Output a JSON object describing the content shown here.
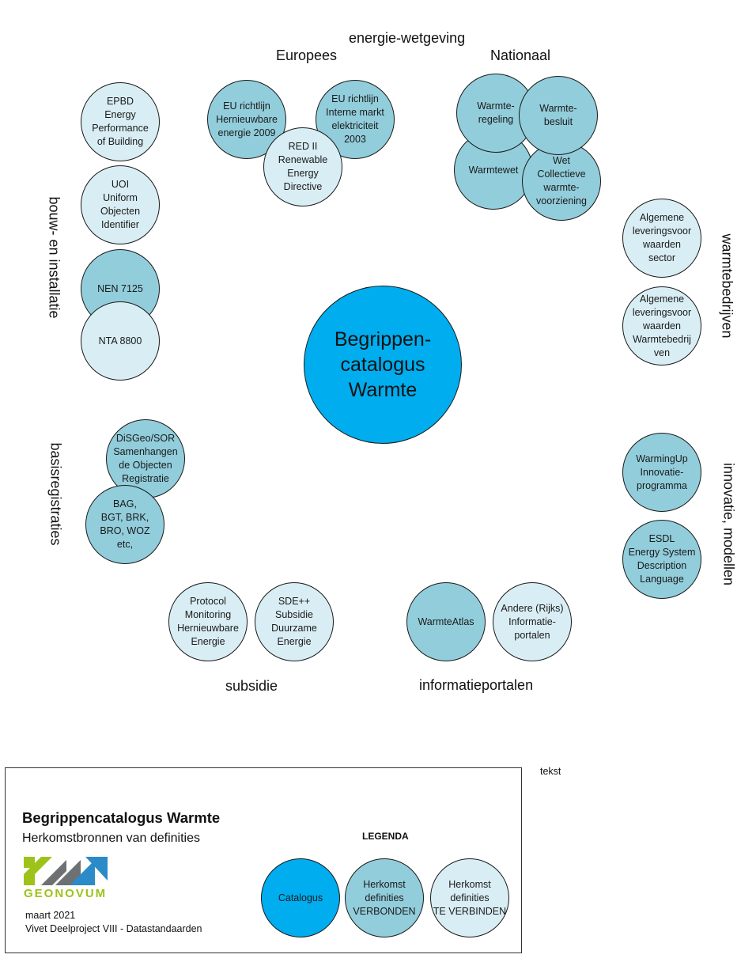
{
  "center": {
    "title_lines": "Begrippen-\ncatalogus\nWarmte"
  },
  "groups": {
    "energie_wetgeving": "energie-wetgeving",
    "europees": "Europees",
    "nationaal": "Nationaal",
    "bouw": "bouw- en installatie",
    "warmtebedrijven": "warmtebedrijven",
    "basisregistraties": "basisregistraties",
    "innovatie": "innovatie, modellen",
    "subsidie": "subsidie",
    "informatieportalen": "informatieportalen"
  },
  "nodes": {
    "epbd": "EPBD\nEnergy\nPerformance\nof Building",
    "uoi": "UOI\nUniform\nObjecten\nIdentifier",
    "nen7125": "NEN 7125",
    "nta8800": "NTA 8800",
    "eu_hernieuwbare": "EU richtlijn\nHernieuwbare\nenergie 2009",
    "eu_interne_markt": "EU richtlijn\nInterne markt\nelektriciteit\n2003",
    "red2": "RED II\nRenewable\nEnergy\nDirective",
    "warmteregeling": "Warmte-\nregeling",
    "warmtebesluit": "Warmte-\nbesluit",
    "warmtewet": "Warmtewet",
    "wet_collectieve": "Wet\nCollectieve\nwarmte-\nvoorziening",
    "alg_sector": "Algemene\nleveringsvoor\nwaarden\nsector",
    "alg_warmtebedrijven": "Algemene\nleveringsvoor\nwaarden\nWarmtebedrij\nven",
    "disgeo": "DiSGeo/SOR\nSamenhangen\nde Objecten\nRegistratie",
    "bag": "BAG,\nBGT, BRK,\nBRO, WOZ\netc,",
    "warmingup": "WarmingUp\nInnovatie-\nprogramma",
    "esdl": "ESDL\nEnergy System\nDescription\nLanguage",
    "protocol": "Protocol\nMonitoring\nHernieuwbare\nEnergie",
    "sde": "SDE++\nSubsidie\nDuurzame\nEnergie",
    "warmteatlas": "WarmteAtlas",
    "andere": "Andere (Rijks)\nInformatie-\nportalen"
  },
  "legend": {
    "title": "Begrippencatalogus Warmte",
    "subtitle": "Herkomstbronnen van definities",
    "heading": "LEGENDA",
    "catalogus": "Catalogus",
    "verbonden": "Herkomst\ndefinities\nVERBONDEN",
    "te_verbinden": "Herkomst\ndefinities\nTE VERBINDEN",
    "logo_text": "GEONOVUM",
    "date": "maart 2021",
    "project": "Vivet Deelproject VIII - Datastandaarden",
    "tekst": "tekst"
  },
  "colors": {
    "catalogus": "#00adee",
    "verbonden": "#92cddb",
    "te_verbinden": "#d9eef4"
  }
}
